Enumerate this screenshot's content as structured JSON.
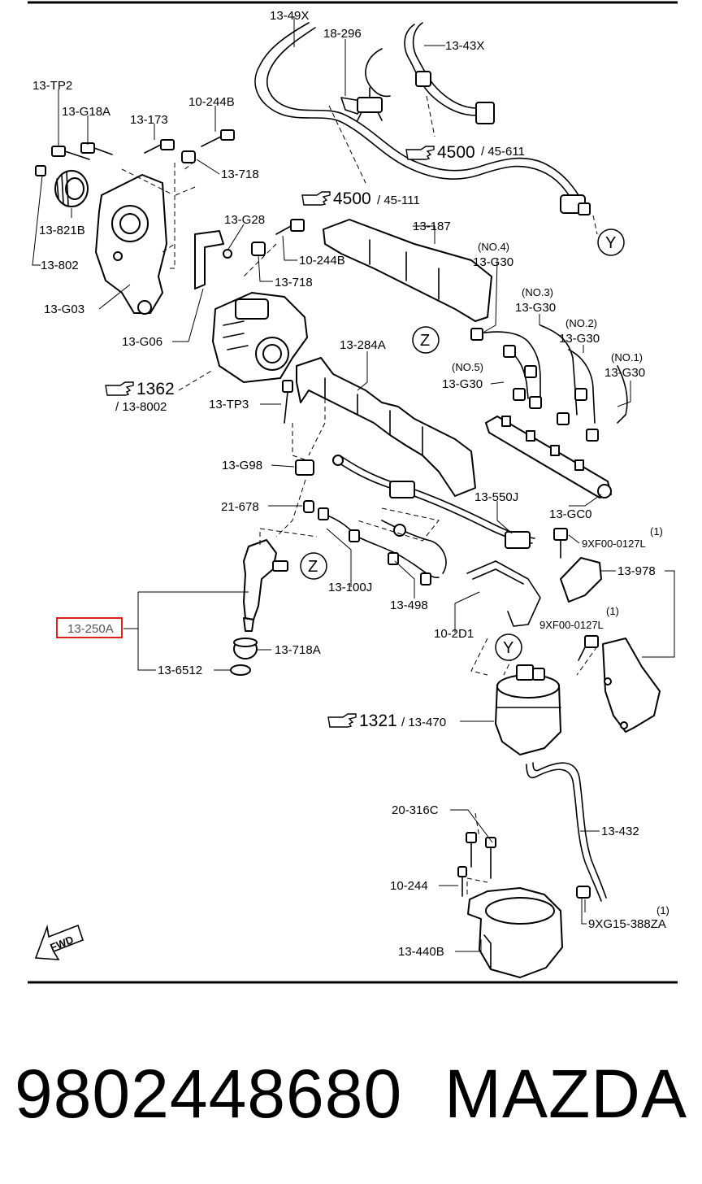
{
  "diagram": {
    "highlight_color": "#e02020",
    "labels": {
      "l_13_49x": "13-49X",
      "l_18_296": "18-296",
      "l_13_43x": "13-43X",
      "l_13_tp2": "13-TP2",
      "l_13_g18a": "13-G18A",
      "l_13_173": "13-173",
      "l_10_244b_a": "10-244B",
      "l_13_718_a": "13-718",
      "l_13_821b": "13-821B",
      "l_13_802": "13-802",
      "l_13_g03": "13-G03",
      "l_13_g06": "13-G06",
      "l_13_g28": "13-G28",
      "l_10_244b_b": "10-244B",
      "l_13_718_b": "13-718",
      "l_13_187": "13-187",
      "l_no4": "(NO.4)",
      "l_13_g30_4": "13-G30",
      "l_no3": "(NO.3)",
      "l_13_g30_3": "13-G30",
      "l_no2": "(NO.2)",
      "l_13_g30_2": "13-G30",
      "l_no1": "(NO.1)",
      "l_13_g30_1": "13-G30",
      "l_no5": "(NO.5)",
      "l_13_g30_5": "13-G30",
      "l_13_284a": "13-284A",
      "l_13_tp3": "13-TP3",
      "l_13_g98": "13-G98",
      "l_21_678": "21-678",
      "l_13_550j": "13-550J",
      "l_13_gc0": "13-GC0",
      "l_1_a": "(1)",
      "l_9xf00_a": "9XF00-0127L",
      "l_13_978": "13-978",
      "l_13_100j": "13-100J",
      "l_13_498": "13-498",
      "l_13_250a": "13-250A",
      "l_1_b": "(1)",
      "l_9xf00_b": "9XF00-0127L",
      "l_10_2d1": "10-2D1",
      "l_13_718a": "13-718A",
      "l_13_6512": "13-6512",
      "l_13_470": "13-470",
      "l_20_316c": "20-316C",
      "l_13_432": "13-432",
      "l_10_244": "10-244",
      "l_1_c": "(1)",
      "l_9xg15": "9XG15-388ZA",
      "l_13_440b": "13-440B"
    },
    "refs": {
      "r_4500_a_num": "4500",
      "r_4500_a_sub": "/ 45-611",
      "r_4500_b_num": "4500",
      "r_4500_b_sub": "/ 45-111",
      "r_1362_num": "1362",
      "r_1362_sub": "/ 13-8002",
      "r_1321_num": "1321",
      "r_1321_sub": "/ 13-470"
    },
    "callouts": {
      "y_top": "Y",
      "z_top": "Z",
      "z_mid": "Z",
      "y_mid": "Y"
    },
    "fwd": "FWD"
  },
  "footer": {
    "part_number": "9802448680",
    "brand": "MAZDA"
  }
}
